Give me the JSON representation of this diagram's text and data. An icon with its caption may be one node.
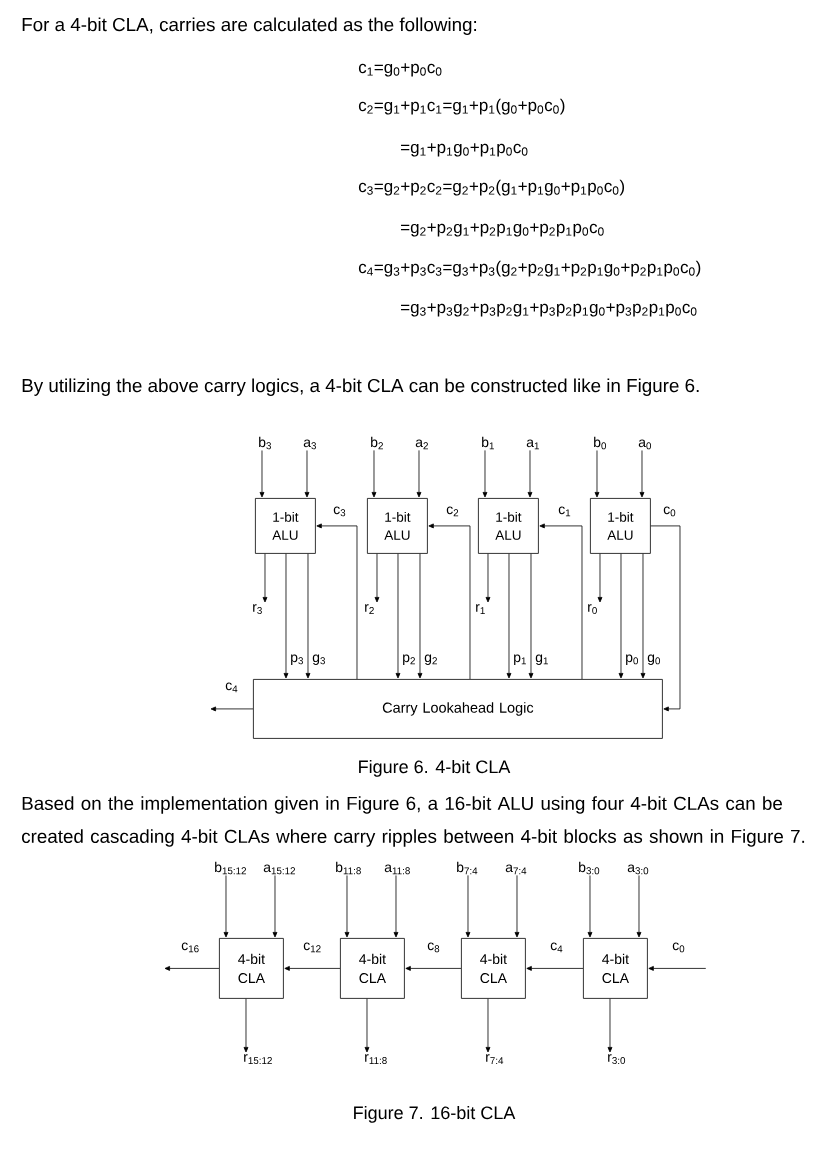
{
  "diagram": {
    "nodes": [
      {
        "text": [
          "b$_{3}$"
        ]
      },
      {
        "text": [
          "a$_{3}$"
        ]
      },
      {
        "text": [
          "b$_{2}$"
        ]
      },
      {
        "text": [
          "a$_{2}$"
        ]
      },
      {
        "text": [
          "b$_{1}$"
        ]
      },
      {
        "text": [
          "a$_{1}$"
        ]
      },
      {
        "text": [
          "b$_{0}$"
        ]
      },
      {
        "text": [
          "a$_{0}$"
        ]
      },
      {
        "text": [
          "1-bit ALU"
        ]
      },
      {
        "text": [
          "1-bit ALU"
        ]
      },
      {
        "text": [
          "1-bit ALU"
        ]
      },
      {
        "text": [
          "1-bit ALU"
        ]
      },
      {
        "text": [
          "r$_{3}$"
        ]
      },
      {
        "text": [
          "r$_{2}$"
        ]
      },
      {
        "text": [
          "r$_{1}$"
        ]
      },
      {
        "text": [
          "r$_{0}$"
        ]
      },
      {
        "text": [
          "Carry Lookahead Logic"
        ]
      },
      {
        "text": [
          "b$_{15:12}$"
        ]
      },
      {
        "text": [
          "a$_{15:12}$"
        ]
      },
      {
        "text": [
          "b$_{11:8}$"
        ]
      },
      {
        "text": [
          "a$_{11:8}$"
        ]
      },
      {
        "text": [
          "b$_{7:4}$"
        ]
      },
      {
        "text": [
          "a$_{7:4}$"
        ]
      },
      {
        "text": [
          "b$_{3:0}$"
        ]
      },
      {
        "text": [
          "a$_{3:0}$"
        ]
      },
      {
        "text": [
          "4-bit CLA"
        ]
      },
      {
        "text": [
          "4-bit CLA"
        ]
      },
      {
        "text": [
          "4-bit CLA"
        ]
      },
      {
        "text": [
          "4-bit CLA"
        ]
      },
      {
        "text": [
          "r$_{15:12}$"
        ]
      },
      {
        "text": [
          "r$_{11:8}$"
        ]
      },
      {
        "text": [
          "r$_{7:4}$"
        ]
      },
      {
        "text": [
          "r$_{3:0}$"
        ]
      }
    ],
    "edges": [
      {
        "from": 0,
        "to": 8,
        "arrow": "to"
      },
      {
        "from": 1,
        "to": 8,
        "arrow": "to"
      },
      {
        "from": 2,
        "to": 9,
        "arrow": "to"
      },
      {
        "from": 3,
        "to": 9,
        "arrow": "to"
      },
      {
        "from": 4,
        "to": 10,
        "arrow": "to"
      },
      {
        "from": 5,
        "to": 10,
        "arrow": "to"
      },
      {
        "from": 6,
        "to": 11,
        "arrow": "to"
      },
      {
        "from": 7,
        "to": 11,
        "arrow": "to"
      },
      {
        "from": 8,
        "to": 12,
        "arrow": "to"
      },
      {
        "from": 9,
        "to": 13,
        "arrow": "to"
      },
      {
        "from": 10,
        "to": 14,
        "arrow": "to"
      },
      {
        "from": 11,
        "to": 15,
        "arrow": "to"
      },
      {
        "from": 8,
        "to": 16,
        "arrow": "to",
        "label": "p$_{3}$"
      },
      {
        "from": 8,
        "to": 16,
        "arrow": "to",
        "label": "g$_{3}$"
      },
      {
        "from": 9,
        "to": 16,
        "arrow": "to",
        "label": "p$_{2}$"
      },
      {
        "from": 9,
        "to": 16,
        "arrow": "to",
        "label": "g$_{2}$"
      },
      {
        "from": 10,
        "to": 16,
        "arrow": "to",
        "label": "p$_{1}$"
      },
      {
        "from": 10,
        "to": 16,
        "arrow": "to",
        "label": "g$_{1}$"
      },
      {
        "from": 11,
        "to": 16,
        "arrow": "to",
        "label": "p$_{0}$"
      },
      {
        "from": 11,
        "to": 16,
        "arrow": "to",
        "label": "g$_{0}$"
      },
      {
        "from": 16,
        "to": 8,
        "arrow": "to",
        "label": "c$_{3}$"
      },
      {
        "from": 16,
        "to": 9,
        "arrow": "to",
        "label": "c$_{2}$"
      },
      {
        "from": 16,
        "to": 10,
        "arrow": "to",
        "label": "c$_{1}$"
      },
      {
        "from": 11,
        "to": 16,
        "arrow": "to",
        "label": "c$_{0}$"
      },
      {
        "from": 16,
        "to": null,
        "arrow": "to",
        "label": "c$_{4}$"
      },
      {
        "from": 17,
        "to": 25,
        "arrow": "to"
      },
      {
        "from": 18,
        "to": 25,
        "arrow": "to"
      },
      {
        "from": 19,
        "to": 26,
        "arrow": "to"
      },
      {
        "from": 20,
        "to": 26,
        "arrow": "to"
      },
      {
        "from": 21,
        "to": 27,
        "arrow": "to"
      },
      {
        "from": 22,
        "to": 27,
        "arrow": "to"
      },
      {
        "from": 23,
        "to": 28,
        "arrow": "to"
      },
      {
        "from": 24,
        "to": 28,
        "arrow": "to"
      },
      {
        "from": 25,
        "to": 29,
        "arrow": "to"
      },
      {
        "from": 26,
        "to": 30,
        "arrow": "to"
      },
      {
        "from": 27,
        "to": 31,
        "arrow": "to"
      },
      {
        "from": 28,
        "to": 32,
        "arrow": "to"
      },
      {
        "from": null,
        "to": 28,
        "arrow": "to",
        "label": "c$_{0}$"
      },
      {
        "from": 28,
        "to": 27,
        "arrow": "to",
        "label": "c$_{4}$"
      },
      {
        "from": 27,
        "to": 26,
        "arrow": "to",
        "label": "c$_{8}$"
      },
      {
        "from": 26,
        "to": 25,
        "arrow": "to",
        "label": "c$_{12}$"
      },
      {
        "from": 25,
        "to": null,
        "arrow": "to",
        "label": "c$_{16}$"
      }
    ],
    "labels": [
      "For a 4-bit CLA, carries are calculated as the following:",
      "c$_{1}$=g$_{0}$+p$_{0}$c$_{0}$",
      "c$_{2}$=g$_{1}$+p$_{1}$c$_{1}$=g$_{1}$+p$_{1}$(g$_{0}$+p$_{0}$c$_{0}$)",
      "=g$_{1}$+p$_{1}$g$_{0}$+p$_{1}$p$_{0}$c$_{0}$",
      "c$_{3}$=g$_{2}$+p$_{2}$c$_{2}$=g$_{2}$+p$_{2}$(g$_{1}$+p$_{1}$g$_{0}$+p$_{1}$p$_{0}$c$_{0}$)",
      "=g$_{2}$+p$_{2}$g$_{1}$+p$_{2}$p$_{1}$g$_{0}$+p$_{2}$p$_{1}$p$_{0}$c$_{0}$",
      "c$_{4}$=g$_{3}$+p$_{3}$c$_{3}$=g$_{3}$+p$_{3}$(g$_{2}$+p$_{2}$g$_{1}$+p$_{2}$p$_{1}$g$_{0}$+p$_{2}$p$_{1}$p$_{0}$c$_{0}$)",
      "=g$_{3}$+p$_{3}$g$_{2}$+p$_{3}$p$_{2}$g$_{1}$+p$_{3}$p$_{2}$p$_{1}$g$_{0}$+p$_{3}$p$_{2}$p$_{1}$p$_{0}$c$_{0}$",
      "By utilizing the above carry logics, a 4-bit CLA can be constructed like in Figure 6.",
      "Figure 6. 4-bit CLA",
      "Based on the implementation given in Figure 6, a 16-bit ALU using four 4-bit CLAs can be created cascading 4-bit CLAs where carry ripples between 4-bit blocks as shown in Figure 7.",
      "Figure 7. 16-bit CLA"
    ]
  }
}
